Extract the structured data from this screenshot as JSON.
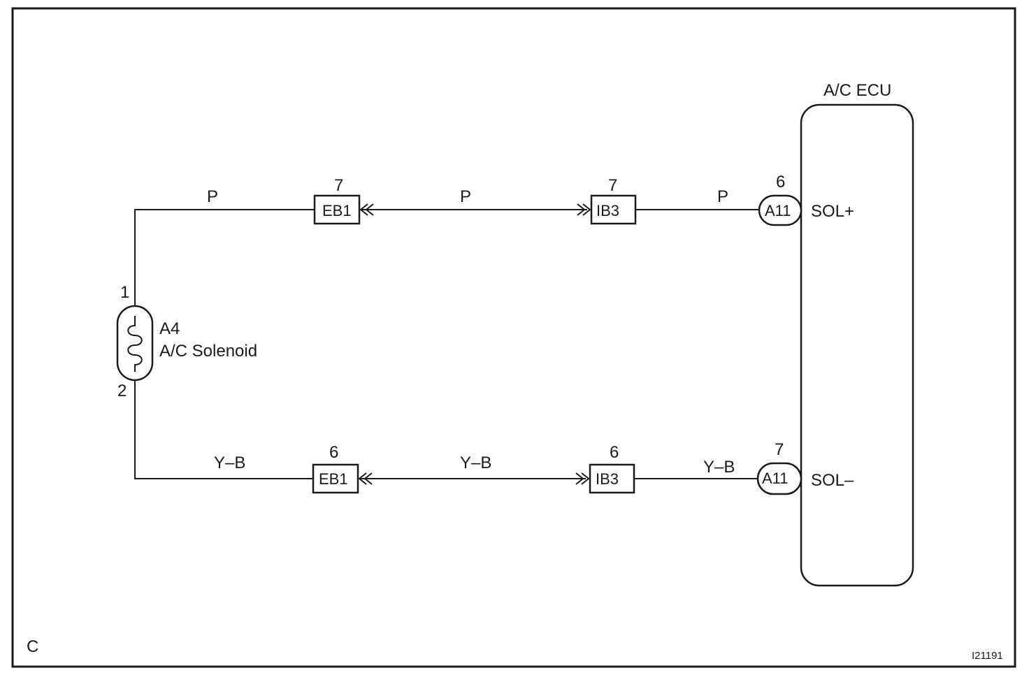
{
  "diagram": {
    "corner_letter": "C",
    "figure_id": "I21191",
    "ecu": {
      "title": "A/C ECU",
      "terminal_top": "SOL+",
      "terminal_bottom": "SOL–"
    },
    "solenoid": {
      "code": "A4",
      "name": "A/C Solenoid",
      "pin_top": "1",
      "pin_bottom": "2"
    },
    "top_circuit": {
      "wire_color_1": "P",
      "wire_color_2": "P",
      "wire_color_3": "P",
      "connector_1": {
        "code": "EB1",
        "pin": "7"
      },
      "connector_2": {
        "code": "IB3",
        "pin": "7"
      },
      "ecu_connector": {
        "code": "A11",
        "pin": "6"
      }
    },
    "bottom_circuit": {
      "wire_color_1": "Y–B",
      "wire_color_2": "Y–B",
      "wire_color_3": "Y–B",
      "connector_1": {
        "code": "EB1",
        "pin": "6"
      },
      "connector_2": {
        "code": "IB3",
        "pin": "6"
      },
      "ecu_connector": {
        "code": "A11",
        "pin": "7"
      }
    }
  }
}
